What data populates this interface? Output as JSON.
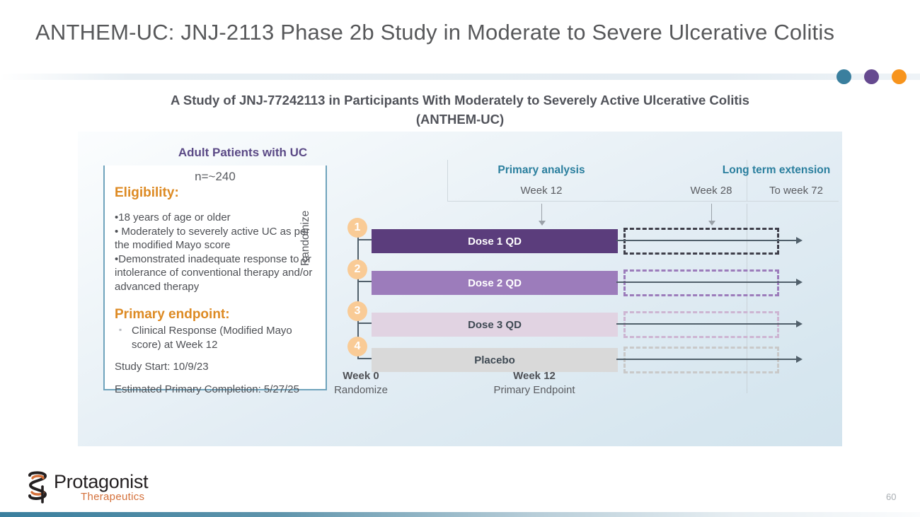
{
  "header": {
    "title": "ANTHEM-UC: JNJ-2113 Phase 2b Study in Moderate to Severe Ulcerative Colitis",
    "dots": [
      {
        "name": "dot-teal",
        "color": "#3a7f9e"
      },
      {
        "name": "dot-purple",
        "color": "#65498f"
      },
      {
        "name": "dot-orange",
        "color": "#f7941d"
      }
    ]
  },
  "subtitle": {
    "line1": "A Study of JNJ-77242113 in Participants With Moderately to Severely Active Ulcerative Colitis",
    "line2": "(ANTHEM-UC)"
  },
  "left_panel": {
    "heading": "Adult Patients with UC",
    "n_value": "n=~240",
    "eligibility_heading": "Eligibility:",
    "eligibility_items": [
      "•18 years of age or older",
      "• Moderately to severely active UC as per the modified Mayo score",
      "•Demonstrated inadequate response to or intolerance of conventional therapy and/or advanced therapy"
    ],
    "primary_endpoint_heading": "Primary endpoint:",
    "primary_endpoint_item": "Clinical Response (Modified Mayo score) at Week 12",
    "study_start": "Study Start: 10/9/23",
    "estimated_completion": "Estimated Primary Completion: 5/27/25"
  },
  "diagram": {
    "phase_primary": "Primary analysis",
    "phase_lte": "Long term extension",
    "week_12": "Week 12",
    "week_28": "Week 28",
    "to_week_72": "To week 72",
    "randomize_axis": "Randomize",
    "arms": [
      {
        "number": "1",
        "label": "Dose 1 QD",
        "color": "#5b3d7c"
      },
      {
        "number": "2",
        "label": "Dose 2 QD",
        "color": "#9c7cbb"
      },
      {
        "number": "3",
        "label": "Dose 3 QD",
        "color": "#e1d3e2"
      },
      {
        "number": "4",
        "label": "Placebo",
        "color": "#d9d9d9"
      }
    ],
    "footer_week0_bold": "Week 0",
    "footer_week0_sub": "Randomize",
    "footer_week12_bold": "Week 12",
    "footer_week12_sub": "Primary Endpoint"
  },
  "footer": {
    "logo_main": "Protagonist",
    "logo_sub": "Therapeutics",
    "page_number": "60"
  }
}
